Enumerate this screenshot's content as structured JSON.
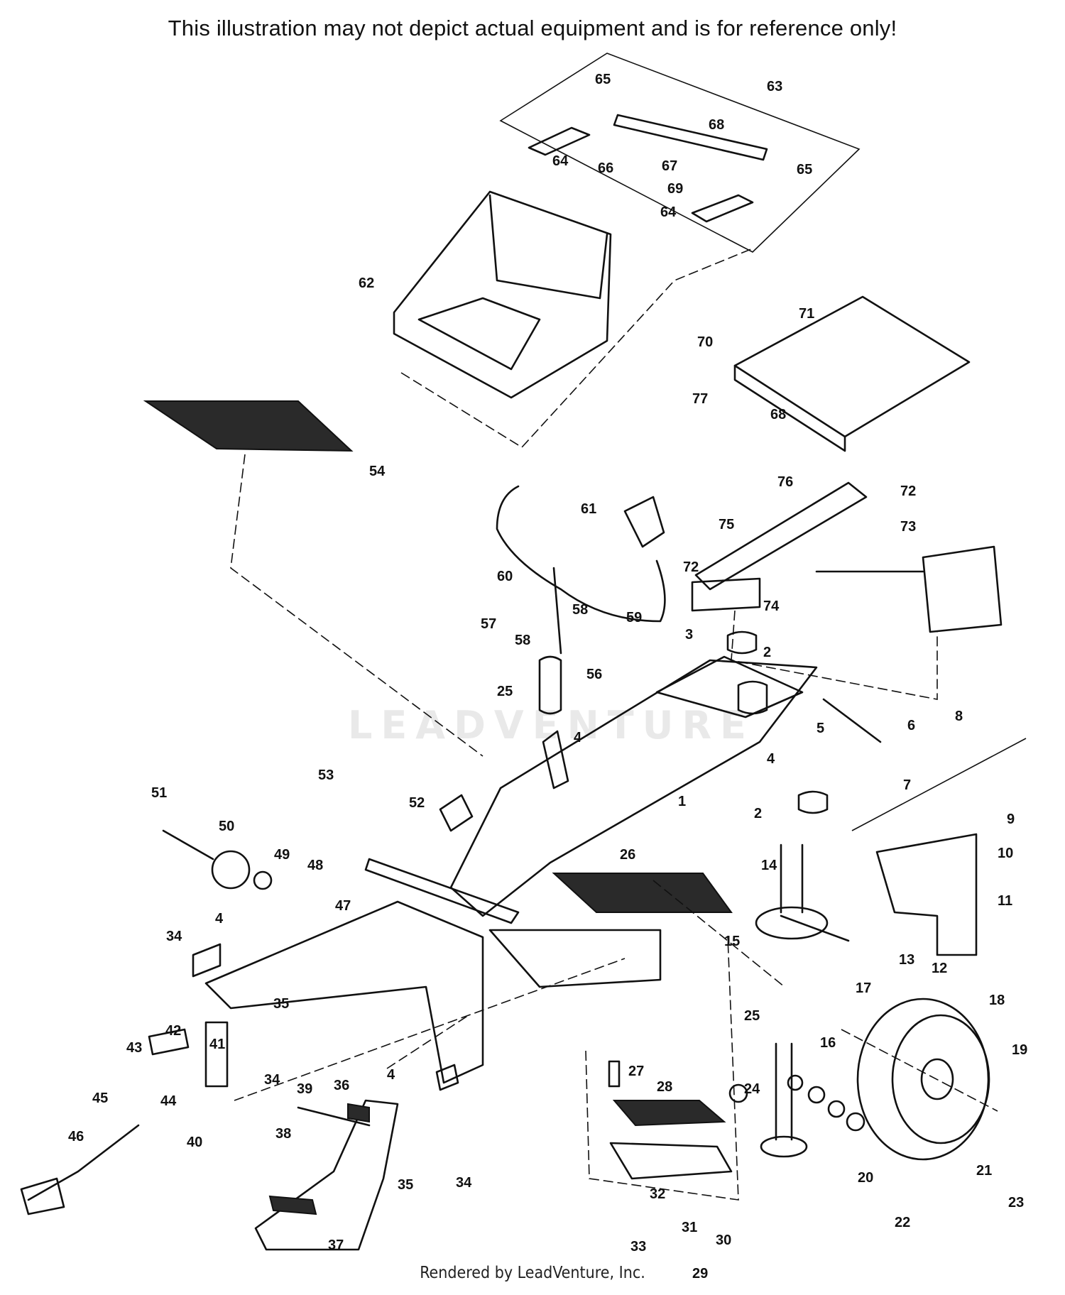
{
  "header": {
    "disclaimer": "This illustration may not depict actual equipment and is for reference only!"
  },
  "footer": {
    "credit": "Rendered by LeadVenture, Inc."
  },
  "watermark": {
    "text": "LEADVENTURE"
  },
  "callouts": [
    "1",
    "2",
    "2",
    "3",
    "4",
    "4",
    "4",
    "4",
    "5",
    "6",
    "7",
    "8",
    "9",
    "10",
    "11",
    "12",
    "13",
    "14",
    "15",
    "16",
    "17",
    "18",
    "19",
    "20",
    "21",
    "22",
    "23",
    "24",
    "25",
    "25",
    "26",
    "27",
    "28",
    "29",
    "30",
    "31",
    "32",
    "33",
    "34",
    "34",
    "34",
    "35",
    "35",
    "36",
    "37",
    "38",
    "39",
    "40",
    "41",
    "42",
    "43",
    "44",
    "45",
    "46",
    "47",
    "48",
    "49",
    "50",
    "51",
    "52",
    "53",
    "54",
    "56",
    "57",
    "58",
    "58",
    "59",
    "60",
    "61",
    "62",
    "63",
    "64",
    "64",
    "65",
    "65",
    "66",
    "67",
    "68",
    "68",
    "69",
    "70",
    "71",
    "72",
    "72",
    "73",
    "74",
    "75",
    "76",
    "77"
  ]
}
